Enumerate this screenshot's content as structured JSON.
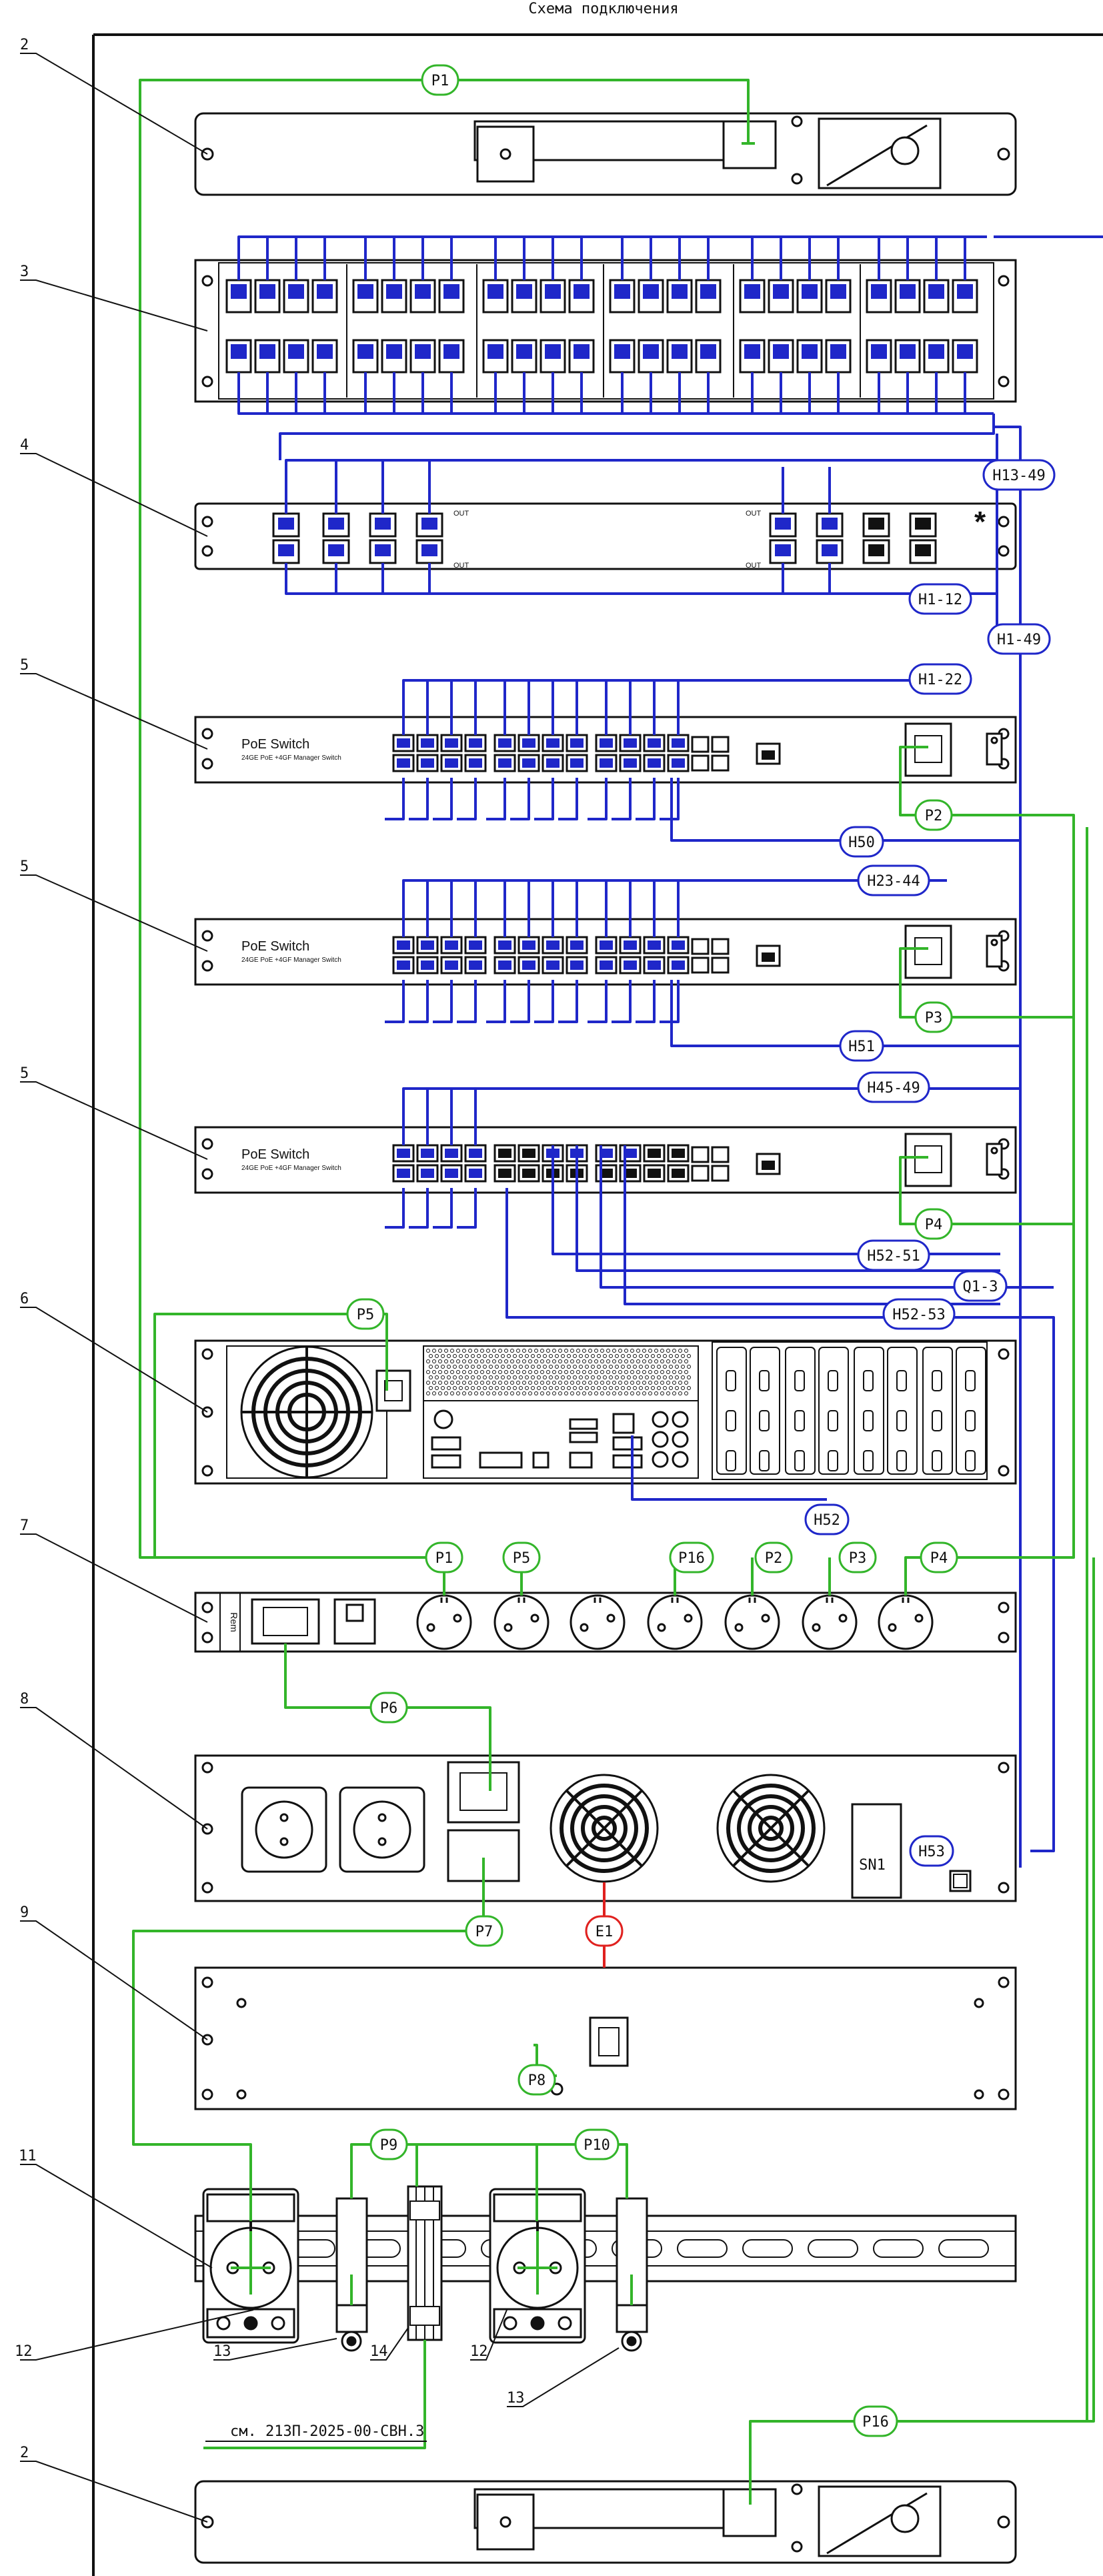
{
  "title": "Схема подключения",
  "reference": "см. 213П-2025-00-СВН.З",
  "colors": {
    "blue": "#1f27c9",
    "green": "#33b52a",
    "red": "#e0211f",
    "black": "#111111"
  },
  "position_numbers": [
    "2",
    "3",
    "4",
    "5",
    "5",
    "5",
    "6",
    "7",
    "8",
    "9",
    "11",
    "12",
    "13",
    "14",
    "12",
    "13",
    "2"
  ],
  "switch_label": {
    "name": "PoE Switch",
    "subtitle": "24GE PoE +4GF Manager Switch"
  },
  "pdu_label": "Rem",
  "ups_label": "SN1",
  "splitter_ports_label": "OUT",
  "splitter_marker": "*",
  "cables_blue": [
    "H13-49",
    "H1-12",
    "H1-49",
    "H1-22",
    "H50",
    "H23-44",
    "H51",
    "H45-49",
    "H52-51",
    "Q1-3",
    "H52-53",
    "H52",
    "H53"
  ],
  "cables_green": [
    "P1",
    "P2",
    "P3",
    "P4",
    "P5",
    "P1",
    "P5",
    "P16",
    "P2",
    "P3",
    "P4",
    "P6",
    "P7",
    "P8",
    "P9",
    "P10",
    "P16"
  ],
  "cables_red": [
    "E1"
  ]
}
